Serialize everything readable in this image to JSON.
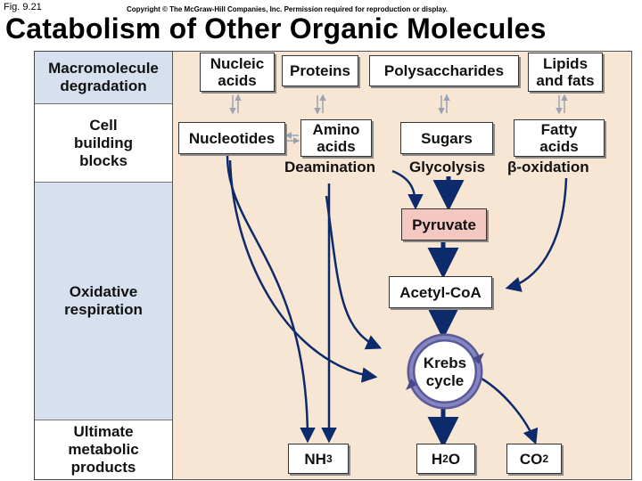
{
  "header": {
    "fig_label": "Fig. 9.21",
    "copyright": "Copyright © The McGraw-Hill Companies, Inc. Permission required for reproduction or display.",
    "title": "Catabolism of Other Organic Molecules"
  },
  "sidebar": {
    "rows": [
      {
        "line1": "Macromolecule",
        "line2": "degradation",
        "line3": ""
      },
      {
        "line1": "Cell",
        "line2": "building",
        "line3": "blocks"
      },
      {
        "line1": "Oxidative",
        "line2": "respiration",
        "line3": ""
      },
      {
        "line1": "Ultimate",
        "line2": "metabolic",
        "line3": "products"
      }
    ]
  },
  "macromolecules": {
    "nucleic_acids": {
      "line1": "Nucleic",
      "line2": "acids"
    },
    "proteins": "Proteins",
    "polysaccharides": "Polysaccharides",
    "lipids": {
      "line1": "Lipids",
      "line2": "and fats"
    }
  },
  "building_blocks": {
    "nucleotides": "Nucleotides",
    "amino_acids": {
      "line1": "Amino",
      "line2": "acids"
    },
    "sugars": "Sugars",
    "fatty_acids": {
      "line1": "Fatty",
      "line2": "acids"
    }
  },
  "processes": {
    "deamination": "Deamination",
    "glycolysis": "Glycolysis",
    "beta_oxidation": "β-oxidation"
  },
  "respiration": {
    "pyruvate": "Pyruvate",
    "acetyl_coa": "Acetyl-CoA",
    "krebs": {
      "line1": "Krebs",
      "line2": "cycle"
    }
  },
  "products": {
    "nh3": {
      "base": "NH",
      "sub": "3"
    },
    "h2o": {
      "base": "H",
      "sub": "2",
      "tail": "O"
    },
    "co2": {
      "base": "CO",
      "sub": "2"
    }
  },
  "colors": {
    "arrow": "#0d2b6b",
    "sidebar_blue": "#d7e0ee",
    "panel": "#f7e6d3",
    "pyruvate": "#f4c7c0"
  }
}
